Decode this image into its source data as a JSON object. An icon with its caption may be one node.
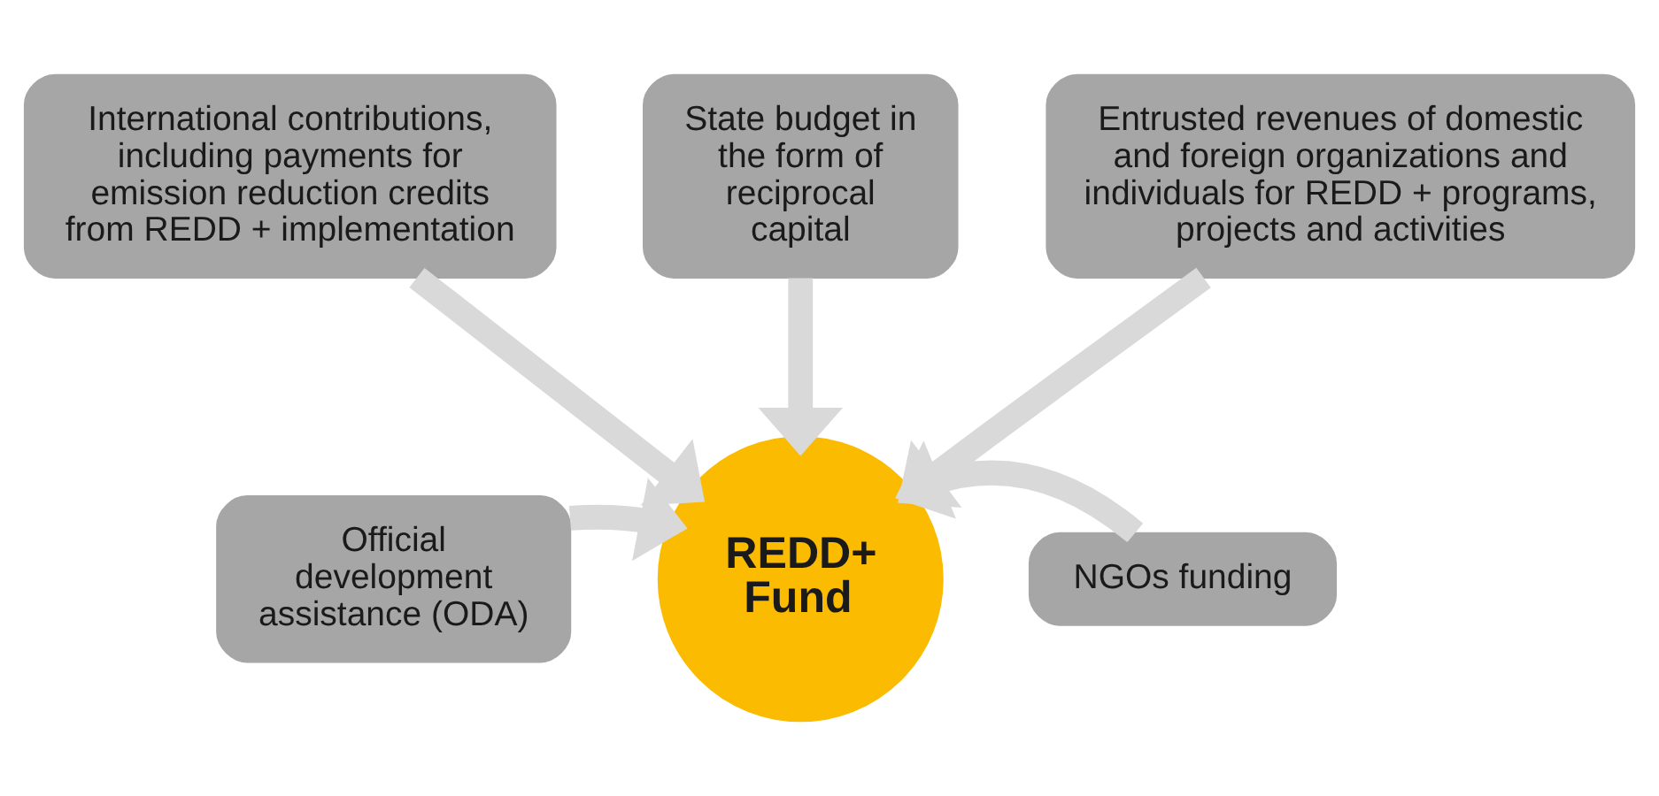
{
  "diagram": {
    "nodes": [
      {
        "text": [
          "International contributions, including payments for emission reduction credits from REDD + implementation"
        ]
      },
      {
        "text": [
          "State budget in the form of reciprocal capital"
        ]
      },
      {
        "text": [
          "Entrusted revenues of domestic and foreign organizations and individuals for REDD + programs, projects and activities"
        ]
      },
      {
        "text": [
          "Official development assistance (ODA)"
        ]
      },
      {
        "text": [
          "REDD+ Fund"
        ]
      },
      {
        "text": [
          "NGOs funding"
        ]
      }
    ],
    "edges": [
      {
        "from": 0,
        "to": 4,
        "arrow": "to"
      },
      {
        "from": 1,
        "to": 4,
        "arrow": "to"
      },
      {
        "from": 2,
        "to": 4,
        "arrow": "to"
      },
      {
        "from": 3,
        "to": 4,
        "arrow": "to"
      },
      {
        "from": 5,
        "to": 4,
        "arrow": "to"
      }
    ]
  }
}
